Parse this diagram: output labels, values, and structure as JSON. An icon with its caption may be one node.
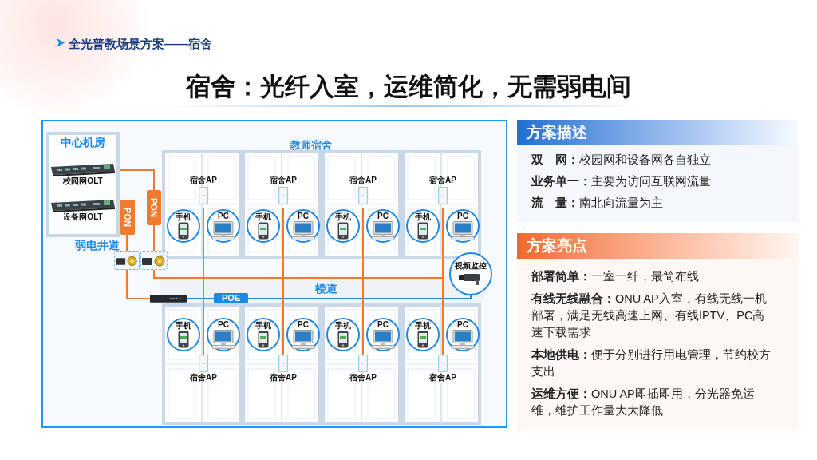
{
  "diagram": {
    "title": "宿舍：光纤入室，运维简化，无需弱电间",
    "nodes": [
      {
        "text": [
          "中心机房"
        ]
      },
      {
        "text": [
          "校园网OLT"
        ],
        "in": 0
      },
      {
        "text": [
          "设备网OLT"
        ],
        "in": 0
      },
      {
        "text": [],
        "shape": "picture"
      },
      {
        "text": [],
        "shape": "picture"
      },
      {
        "text": [],
        "shape": "picture"
      },
      {
        "text": [
          "视频监控"
        ]
      },
      {
        "text": [
          "宿舍AP"
        ]
      },
      {
        "text": [
          "宿舍AP"
        ]
      },
      {
        "text": [
          "宿舍AP"
        ]
      },
      {
        "text": [
          "宿舍AP"
        ]
      },
      {
        "text": [
          "手机"
        ]
      },
      {
        "text": [
          "PC"
        ]
      },
      {
        "text": [
          "手机"
        ]
      },
      {
        "text": [
          "PC"
        ]
      },
      {
        "text": [
          "手机"
        ]
      },
      {
        "text": [
          "PC"
        ]
      },
      {
        "text": [
          "手机"
        ]
      },
      {
        "text": [
          "PC"
        ]
      },
      {
        "text": [
          "手机"
        ]
      },
      {
        "text": [
          "PC"
        ]
      },
      {
        "text": [
          "手机"
        ]
      },
      {
        "text": [
          "PC"
        ]
      },
      {
        "text": [
          "手机"
        ]
      },
      {
        "text": [
          "PC"
        ]
      },
      {
        "text": [
          "手机"
        ]
      },
      {
        "text": [
          "PC"
        ]
      },
      {
        "text": [
          "宿舍AP"
        ]
      },
      {
        "text": [
          "宿舍AP"
        ]
      },
      {
        "text": [
          "宿舍AP"
        ]
      },
      {
        "text": [
          "宿舍AP"
        ]
      },
      {
        "text": [
          "方案描述",
          "**双　网：**校园网和设备网各自独立",
          "**业务单一：**主要为访问互联网流量",
          "**流　量：**南北向流量为主"
        ]
      },
      {
        "text": [
          "方案亮点",
          "**部署简单：**一室一纤，最简布线",
          "**有线无线融合：**ONU AP入室，有线无线一机部署，满足无线高速上网、有线IPTV、PC高速下载需求",
          "**本地供电：**便于分别进行用电管理，节约校方支出",
          "**运维方便：**ONU AP即插即用，分光器免运维，维护工作量大大降低"
        ]
      }
    ],
    "edges": [
      {
        "from": 1,
        "to": 4,
        "arrow": "none",
        "label": "PON"
      },
      {
        "from": 2,
        "to": 3,
        "arrow": "none",
        "label": "PON"
      },
      {
        "from": 3,
        "to": 5,
        "arrow": "none"
      },
      {
        "from": 5,
        "to": 6,
        "arrow": "none",
        "label": "POE",
        "color": "#1e88e5"
      },
      {
        "from": 4,
        "to": 7,
        "arrow": "none"
      },
      {
        "from": 4,
        "to": 8,
        "arrow": "none"
      },
      {
        "from": 4,
        "to": 9,
        "arrow": "none"
      },
      {
        "from": 4,
        "to": 10,
        "arrow": "none"
      },
      {
        "from": 4,
        "to": 27,
        "arrow": "none"
      },
      {
        "from": 4,
        "to": 28,
        "arrow": "none"
      },
      {
        "from": 4,
        "to": 29,
        "arrow": "none"
      },
      {
        "from": 4,
        "to": 30,
        "arrow": "none"
      }
    ],
    "labels": [
      "全光普教场景方案——宿舍",
      "弱电井道",
      "教师宿舍",
      "楼道"
    ]
  }
}
